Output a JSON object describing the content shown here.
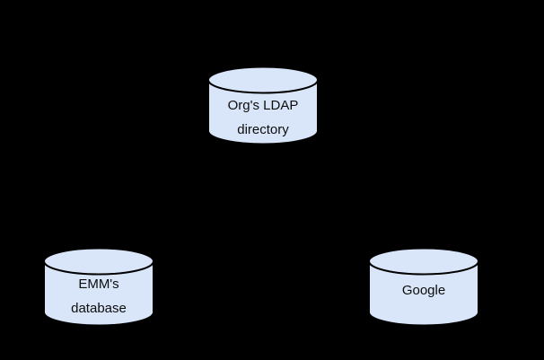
{
  "diagram": {
    "background_color": "#000000",
    "node_fill_color": "#d9e6f9",
    "node_stroke_color": "#000000",
    "label_color": "#0d0d0d",
    "nodes": [
      {
        "id": "orgs-ldap-directory",
        "shape": "database-cylinder",
        "lines": [
          "Org's LDAP",
          "directory"
        ]
      },
      {
        "id": "emms-database",
        "shape": "database-cylinder",
        "lines": [
          "EMM's",
          "database"
        ]
      },
      {
        "id": "google",
        "shape": "database-cylinder",
        "lines": [
          "Google"
        ]
      }
    ]
  }
}
